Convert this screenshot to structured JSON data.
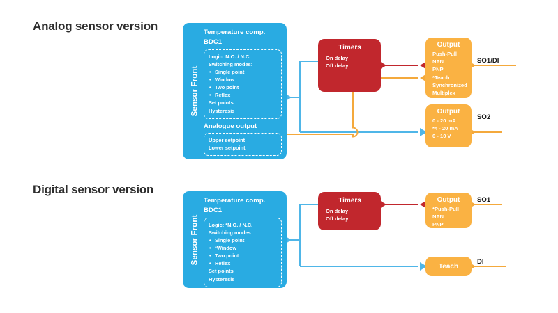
{
  "diagram": {
    "background_color": "#ffffff",
    "palette": {
      "blue": "#29ABE2",
      "red": "#C1272D",
      "orange": "#FAB243",
      "wire_blue": "#4FB6E8",
      "wire_red": "#C1272D",
      "wire_orange": "#F4A93C",
      "text_dark": "#2d2d2d"
    }
  },
  "analog": {
    "title": "Analog sensor version",
    "sensor": {
      "front_label": "Sensor Front",
      "heading_line1": "Temperature comp.",
      "heading_line2": "BDC1",
      "switching_group": {
        "logic": "Logic: N.O. / N.C.",
        "modes_label": "Switching modes:",
        "modes": [
          "Single point",
          "Window",
          "Two point",
          "Reflex"
        ],
        "set_points": "Set points",
        "hysteresis": "Hysteresis"
      },
      "analogue_output_label": "Analogue output",
      "analogue_group": {
        "upper": "Upper setpoint",
        "lower": "Lower setpoint"
      }
    },
    "timers": {
      "title": "Timers",
      "lines": [
        "On delay",
        "Off delay"
      ]
    },
    "output_switching": {
      "title": "Output",
      "lines": [
        "Push-Pull",
        "NPN",
        "PNP",
        "*Teach",
        "Synchronized",
        "Multiplex"
      ],
      "terminal": "SO1/DI"
    },
    "output_analogue": {
      "title": "Output",
      "lines": [
        "0 - 20 mA",
        "*4 - 20 mA",
        "0 - 10 V"
      ],
      "terminal": "SO2"
    }
  },
  "digital": {
    "title": "Digital sensor version",
    "sensor": {
      "front_label": "Sensor Front",
      "heading_line1": "Temperature comp.",
      "heading_line2": "BDC1",
      "switching_group": {
        "logic": "Logic: *N.O. / N.C.",
        "modes_label": "Switching modes:",
        "modes": [
          "Single point",
          "*Window",
          "Two point",
          "Reflex"
        ],
        "set_points": "Set points",
        "hysteresis": "Hysteresis"
      }
    },
    "timers": {
      "title": "Timers",
      "lines": [
        "On delay",
        "Off delay"
      ]
    },
    "output_switching": {
      "title": "Output",
      "lines": [
        "*Push-Pull",
        "NPN",
        "PNP"
      ],
      "terminal": "SO1"
    },
    "teach": {
      "title": "Teach",
      "terminal": "DI"
    }
  }
}
